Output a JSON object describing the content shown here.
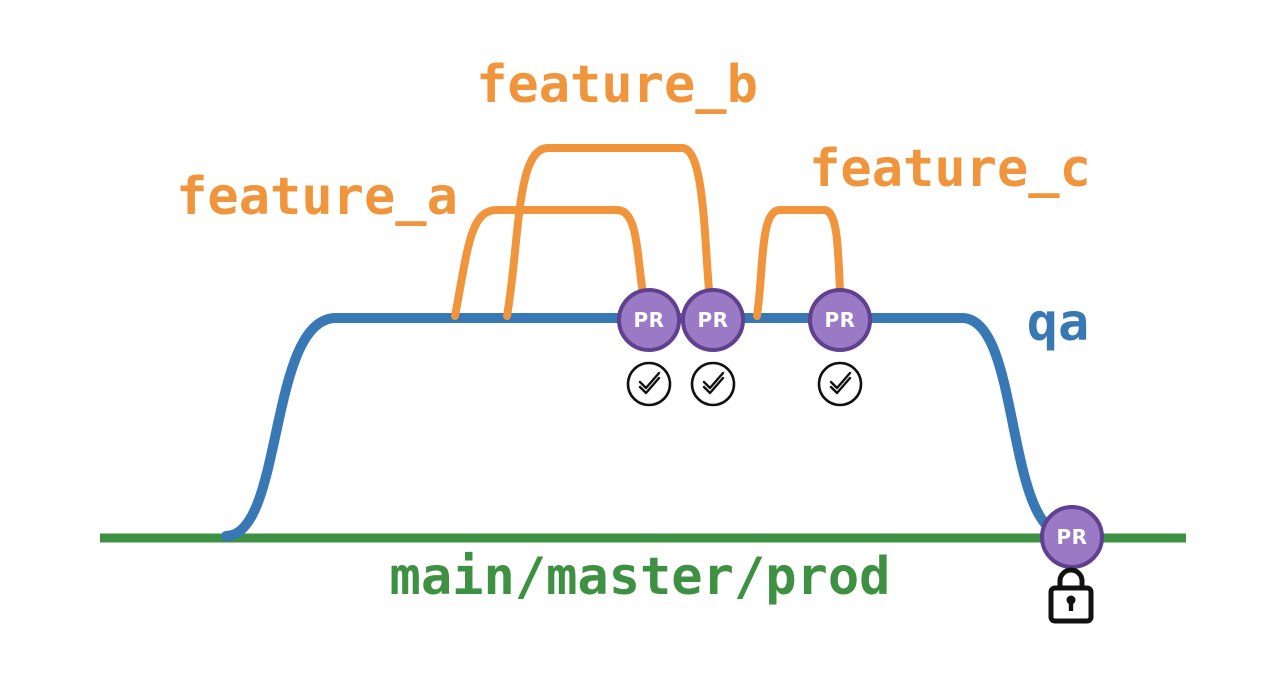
{
  "labels": {
    "feature_a": "feature_a",
    "feature_b": "feature_b",
    "feature_c": "feature_c",
    "qa": "qa",
    "main": "main/master/prod"
  },
  "pr_badges": [
    {
      "label": "PR"
    },
    {
      "label": "PR"
    },
    {
      "label": "PR"
    },
    {
      "label": "PR"
    }
  ],
  "icons": {
    "check": "check-circle-icon",
    "lock": "lock-icon"
  },
  "colors": {
    "orange": "#F0953C",
    "blue": "#3878B4",
    "green": "#3E9142",
    "purple_fill": "#9A79C5",
    "purple_stroke": "#5F4190",
    "badge_text": "#FFFFFF",
    "icon_stroke": "#111111",
    "background": "#FFFFFF"
  }
}
